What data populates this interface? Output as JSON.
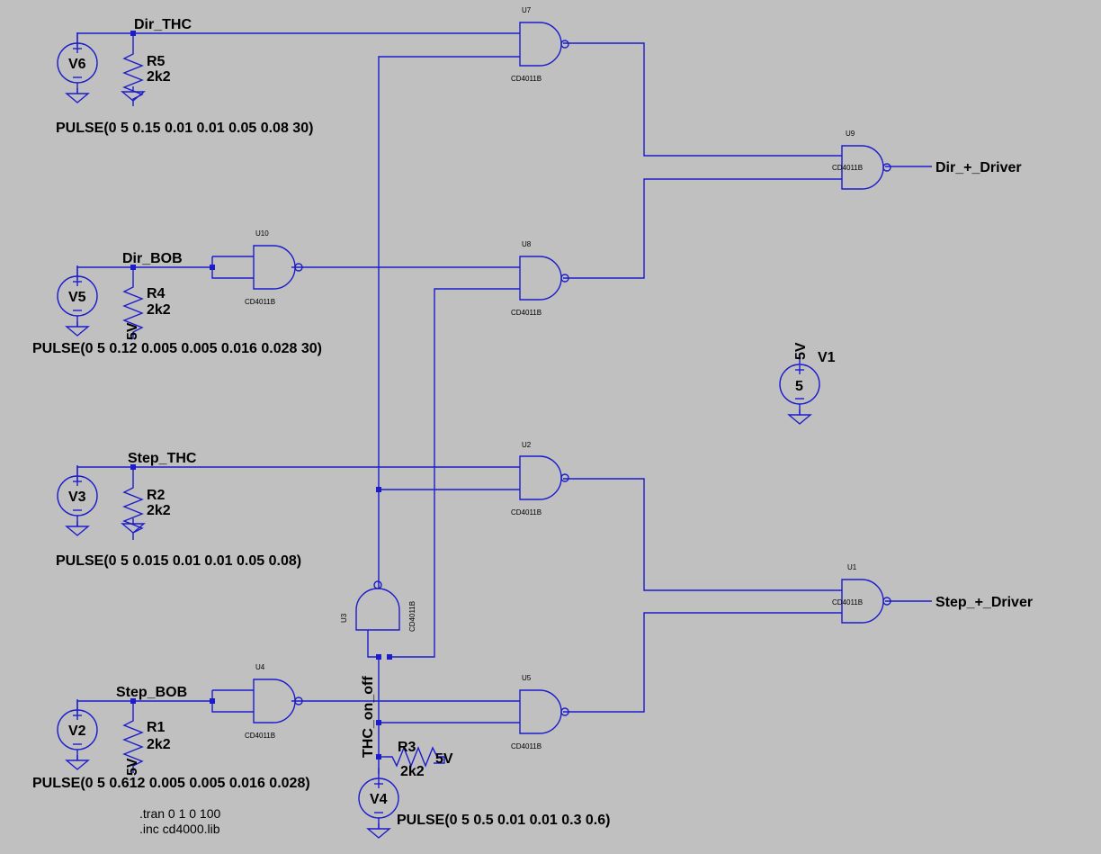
{
  "nets": {
    "dir_thc": "Dir_THC",
    "dir_bob": "Dir_BOB",
    "step_thc": "Step_THC",
    "step_bob": "Step_BOB",
    "thc_on_off": "THC_on_off",
    "dir_driver": "Dir_+_Driver",
    "step_driver": "Step_+_Driver",
    "supply_5v_a": "5V",
    "supply_5v_b": "5V",
    "supply_5v_c": "5V",
    "supply_5v_d": "5V"
  },
  "sources": {
    "v6": {
      "name": "V6",
      "value": "PULSE(0 5 0.15 0.01 0.01 0.05 0.08 30)"
    },
    "v5": {
      "name": "V5",
      "value": "PULSE(0 5 0.12 0.005 0.005 0.016 0.028 30)"
    },
    "v3": {
      "name": "V3",
      "value": "PULSE(0 5 0.015 0.01 0.01 0.05 0.08)"
    },
    "v2": {
      "name": "V2",
      "value": "PULSE(0 5 0.612 0.005 0.005 0.016 0.028)"
    },
    "v4": {
      "name": "V4",
      "value": "PULSE(0 5 0.5 0.01 0.01 0.3 0.6)"
    },
    "v1": {
      "name": "V1",
      "value": "5"
    }
  },
  "resistors": {
    "r5": {
      "name": "R5",
      "value": "2k2"
    },
    "r4": {
      "name": "R4",
      "value": "2k2"
    },
    "r2": {
      "name": "R2",
      "value": "2k2"
    },
    "r1": {
      "name": "R1",
      "value": "2k2"
    },
    "r3": {
      "name": "R3",
      "value": "2k2"
    }
  },
  "gates": {
    "u7": {
      "ref": "U7",
      "part": "CD4011B"
    },
    "u8": {
      "ref": "U8",
      "part": "CD4011B"
    },
    "u9": {
      "ref": "U9",
      "part": "CD4011B"
    },
    "u10": {
      "ref": "U10",
      "part": "CD4011B"
    },
    "u2": {
      "ref": "U2",
      "part": "CD4011B"
    },
    "u1": {
      "ref": "U1",
      "part": "CD4011B"
    },
    "u3": {
      "ref": "U3",
      "part": "CD4011B"
    },
    "u4": {
      "ref": "U4",
      "part": "CD4011B"
    },
    "u5": {
      "ref": "U5",
      "part": "CD4011B"
    }
  },
  "directives": {
    "tran": ".tran 0 1 0 100",
    "inc": ".inc cd4000.lib"
  },
  "colors": {
    "background": "#c0c0c0",
    "wire": "#1c1ccc",
    "text": "#000000"
  }
}
